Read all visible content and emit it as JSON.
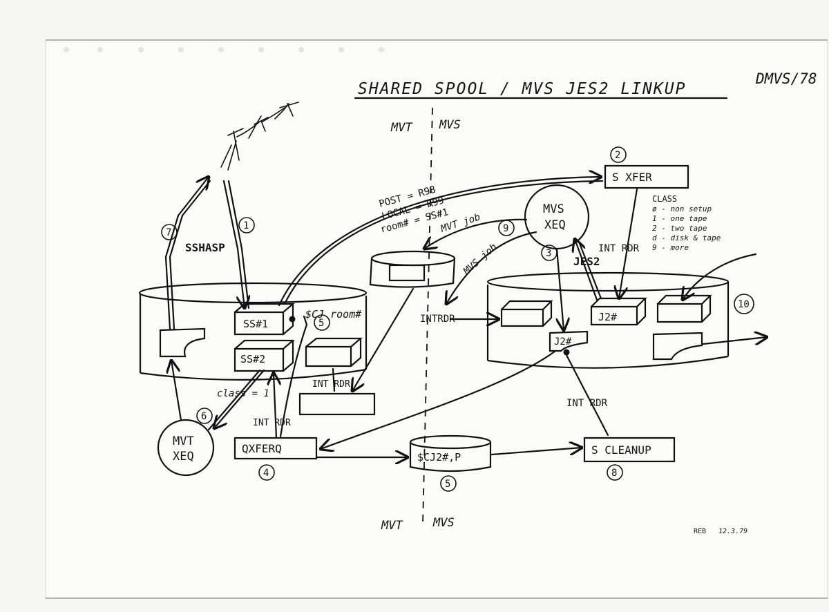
{
  "header": {
    "title": "SHARED SPOOL / MVS JES2 LINKUP",
    "code": "DMVS/78"
  },
  "regions": {
    "top_left": "MVT",
    "top_right": "MVS",
    "bottom_left": "MVT",
    "bottom_right": "MVS"
  },
  "nodes": {
    "sxfer": "S XFER",
    "mvs_xeq_1": "MVS",
    "mvs_xeq_2": "XEQ",
    "mvt_xeq_1": "MVT",
    "mvt_xeq_2": "XEQ",
    "qxferq": "QXFERQ",
    "cleanup": "S CLEANUP",
    "cj2_dataset": "$CJ2#,P",
    "ss1": "SS#1",
    "ss2": "SS#2",
    "j2_top": "J2#",
    "j2_bottom": "J2#"
  },
  "labels": {
    "post": "POST = R98",
    "local": "LOCAL = R99",
    "room": "room# = SS#1",
    "mvt_job": "MVT job",
    "mvs_job": "MVS job",
    "intrdr_right": "INT RDR",
    "jes2": "JES2",
    "intrdr_mid": "INTRDR",
    "cj_room": "$CJ room#",
    "intrdr_left": "INT RDR",
    "intrdr_bottom": "INT RDR",
    "intrdr_lower_right": "INT RDR",
    "class_eq": "class = 1",
    "sshasp": "SSHASP"
  },
  "class_legend": {
    "title": "CLASS",
    "items": [
      "ø - non setup",
      "1 - one tape",
      "2 - two tape",
      "d - disk & tape",
      "9 - more"
    ]
  },
  "step_numbers": {
    "s1": "1",
    "s2": "2",
    "s3": "3",
    "s4": "4",
    "s5a": "5",
    "s5b": "5",
    "s6": "6",
    "s7": "7",
    "s9": "9",
    "s10": "10"
  },
  "signature": {
    "initials": "REB",
    "date": "12.3.79"
  }
}
